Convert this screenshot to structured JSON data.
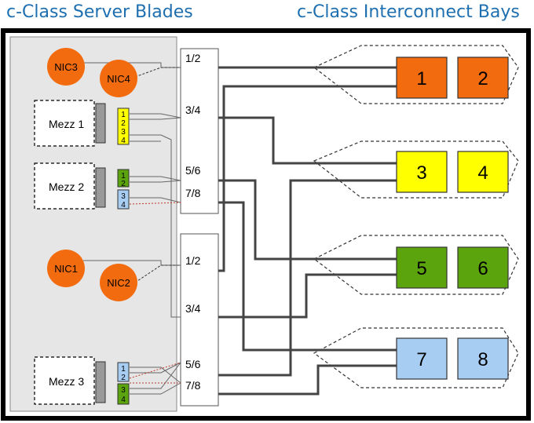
{
  "titles": {
    "left": "c-Class Server Blades",
    "right": "c-Class Interconnect Bays"
  },
  "nics": {
    "nic3": "NIC3",
    "nic4": "NIC4",
    "nic1": "NIC1",
    "nic2": "NIC2"
  },
  "mezz": {
    "m1": "Mezz 1",
    "m2": "Mezz 2",
    "m3": "Mezz 3"
  },
  "ports": {
    "m1": [
      "1",
      "2",
      "3",
      "4"
    ],
    "m2": [
      "1",
      "2",
      "3",
      "4"
    ],
    "m3": [
      "1",
      "2",
      "3",
      "4"
    ]
  },
  "midplane": {
    "top": [
      "1/2",
      "3/4",
      "5/6",
      "7/8"
    ],
    "bottom": [
      "1/2",
      "3/4",
      "5/6",
      "7/8"
    ]
  },
  "bays": [
    "1",
    "2",
    "3",
    "4",
    "5",
    "6",
    "7",
    "8"
  ],
  "colors": {
    "orange": "#f26b0f",
    "yellow": "#ffff00",
    "green": "#5ba40e",
    "blue": "#a7cdf2",
    "title": "#1e6fb0"
  }
}
